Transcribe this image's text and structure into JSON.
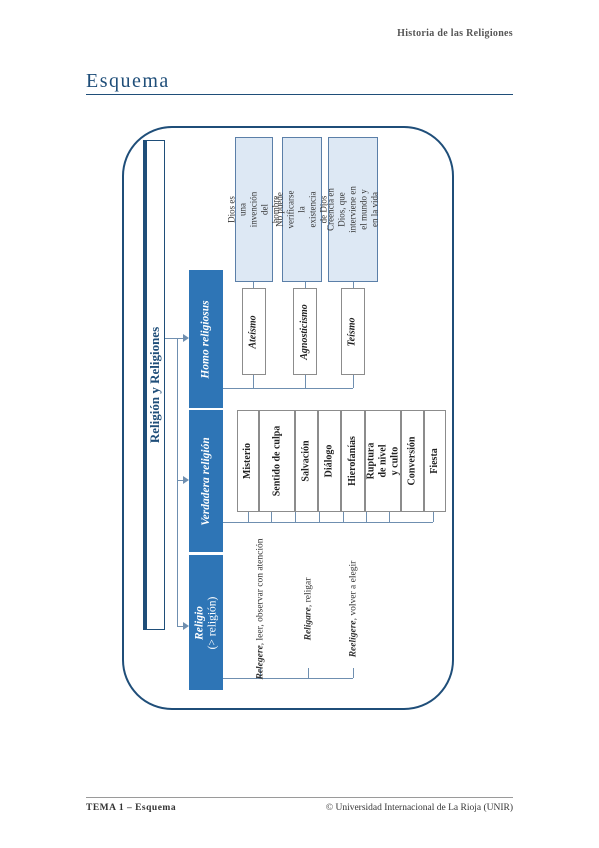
{
  "header": {
    "running_title": "Historia de las Religiones"
  },
  "page": {
    "title": "Esquema"
  },
  "diagram": {
    "root": "Religión y Religiones",
    "categories": [
      {
        "label": "Religio",
        "sub": "(> religión)"
      },
      {
        "label": "Verdadera religión"
      },
      {
        "label": "Homo religiosus"
      }
    ],
    "etymologies": [
      {
        "term": "Relegere",
        "meaning": ", leer, observar con atención"
      },
      {
        "term": "Religare",
        "meaning": ", religar"
      },
      {
        "term": "Reeligere",
        "meaning": ", volver a elegir"
      }
    ],
    "true_religion_items": [
      "Misterio",
      "Sentido de culpa",
      "Salvación",
      "Diálogo",
      "Hierofanías",
      "Ruptura de nivel y culto",
      "Conversión",
      "Fiesta"
    ],
    "positions": [
      "Ateísmo",
      "Agnosticismo",
      "Teísmo"
    ],
    "definitions": [
      "Dios es una invención del hombre",
      "No puede verificarse la existencia de Dios",
      "Creencia en Dios, que interviene en el mundo y en la vida"
    ]
  },
  "footer": {
    "left": "TEMA 1 – Esquema",
    "right": "© Universidad Internacional de La Rioja (UNIR)"
  }
}
